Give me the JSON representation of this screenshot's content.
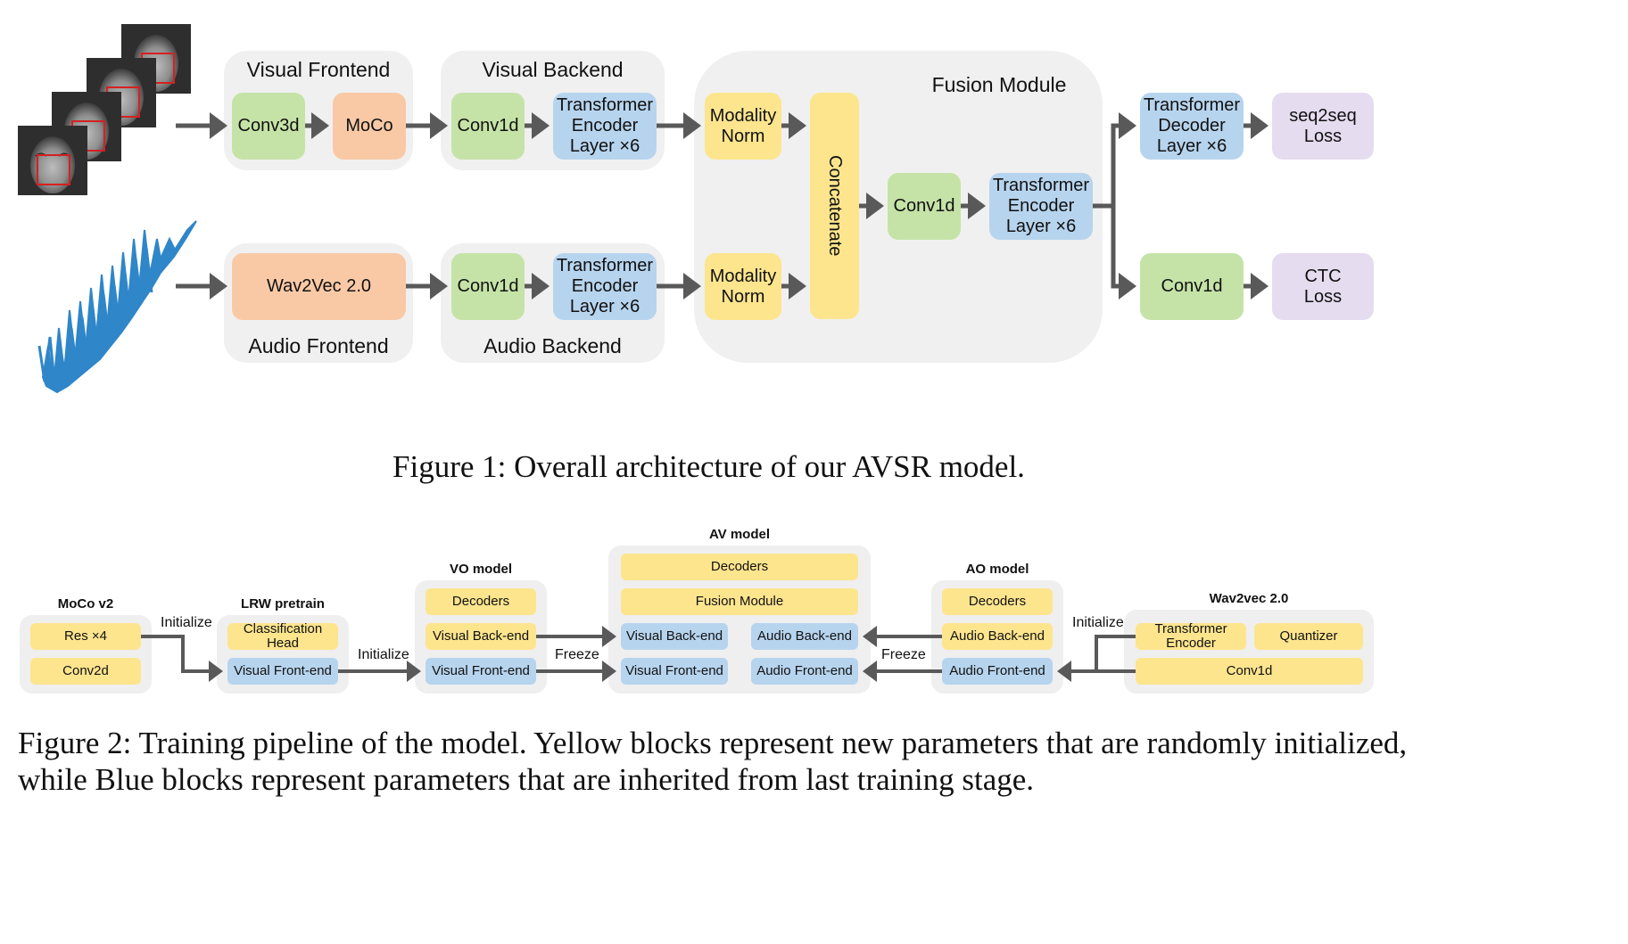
{
  "figure1": {
    "groups": {
      "visual_frontend": "Visual Frontend",
      "visual_backend": "Visual Backend",
      "fusion_module": "Fusion Module",
      "audio_frontend": "Audio Frontend",
      "audio_backend": "Audio Backend"
    },
    "blocks": {
      "conv3d": "Conv3d",
      "moco": "MoCo",
      "v_conv1d": "Conv1d",
      "v_transformer": "Transformer\nEncoder\nLayer ×6",
      "wav2vec": "Wav2Vec 2.0",
      "a_conv1d": "Conv1d",
      "a_transformer": "Transformer\nEncoder\nLayer ×6",
      "v_modality_norm": "Modality\nNorm",
      "a_modality_norm": "Modality\nNorm",
      "concatenate": "Concatenate",
      "f_conv1d": "Conv1d",
      "f_transformer": "Transformer\nEncoder\nLayer ×6",
      "decoder": "Transformer\nDecoder\nLayer ×6",
      "seq2seq_loss": "seq2seq\nLoss",
      "ctc_conv1d": "Conv1d",
      "ctc_loss": "CTC\nLoss"
    },
    "caption": "Figure 1: Overall architecture of our AVSR model."
  },
  "figure2": {
    "moco_v2": {
      "title": "MoCo v2",
      "res": "Res ×4",
      "conv2d": "Conv2d"
    },
    "lrw": {
      "title": "LRW pretrain",
      "head": "Classification Head",
      "frontend": "Visual Front-end"
    },
    "vo": {
      "title": "VO model",
      "decoders": "Decoders",
      "backend": "Visual Back-end",
      "frontend": "Visual Front-end"
    },
    "av": {
      "title": "AV model",
      "decoders": "Decoders",
      "fusion": "Fusion Module",
      "v_backend": "Visual Back-end",
      "a_backend": "Audio Back-end",
      "v_frontend": "Visual Front-end",
      "a_frontend": "Audio Front-end"
    },
    "ao": {
      "title": "AO model",
      "decoders": "Decoders",
      "backend": "Audio Back-end",
      "frontend": "Audio Front-end"
    },
    "wav2vec": {
      "title": "Wav2vec 2.0",
      "encoder": "Transformer\nEncoder",
      "quantizer": "Quantizer",
      "conv1d": "Conv1d"
    },
    "labels": {
      "init1": "Initialize",
      "init2": "Initialize",
      "freeze1": "Freeze",
      "freeze2": "Freeze",
      "init3": "Initialize"
    },
    "caption_line1": "Figure 2: Training pipeline of the model. Yellow blocks represent new parameters that are randomly initialized,",
    "caption_line2": "while Blue blocks represent parameters that are inherited from last training stage."
  },
  "colors": {
    "green": "#c5e3a7",
    "orange": "#f9c9a6",
    "blue": "#b7d4ee",
    "yellow": "#fde58e",
    "purple": "#e5dcf0",
    "arrow": "#595959",
    "group_bg": "#f0f0f0",
    "face_box": "#d62020",
    "waveform": "#2f86c9"
  }
}
